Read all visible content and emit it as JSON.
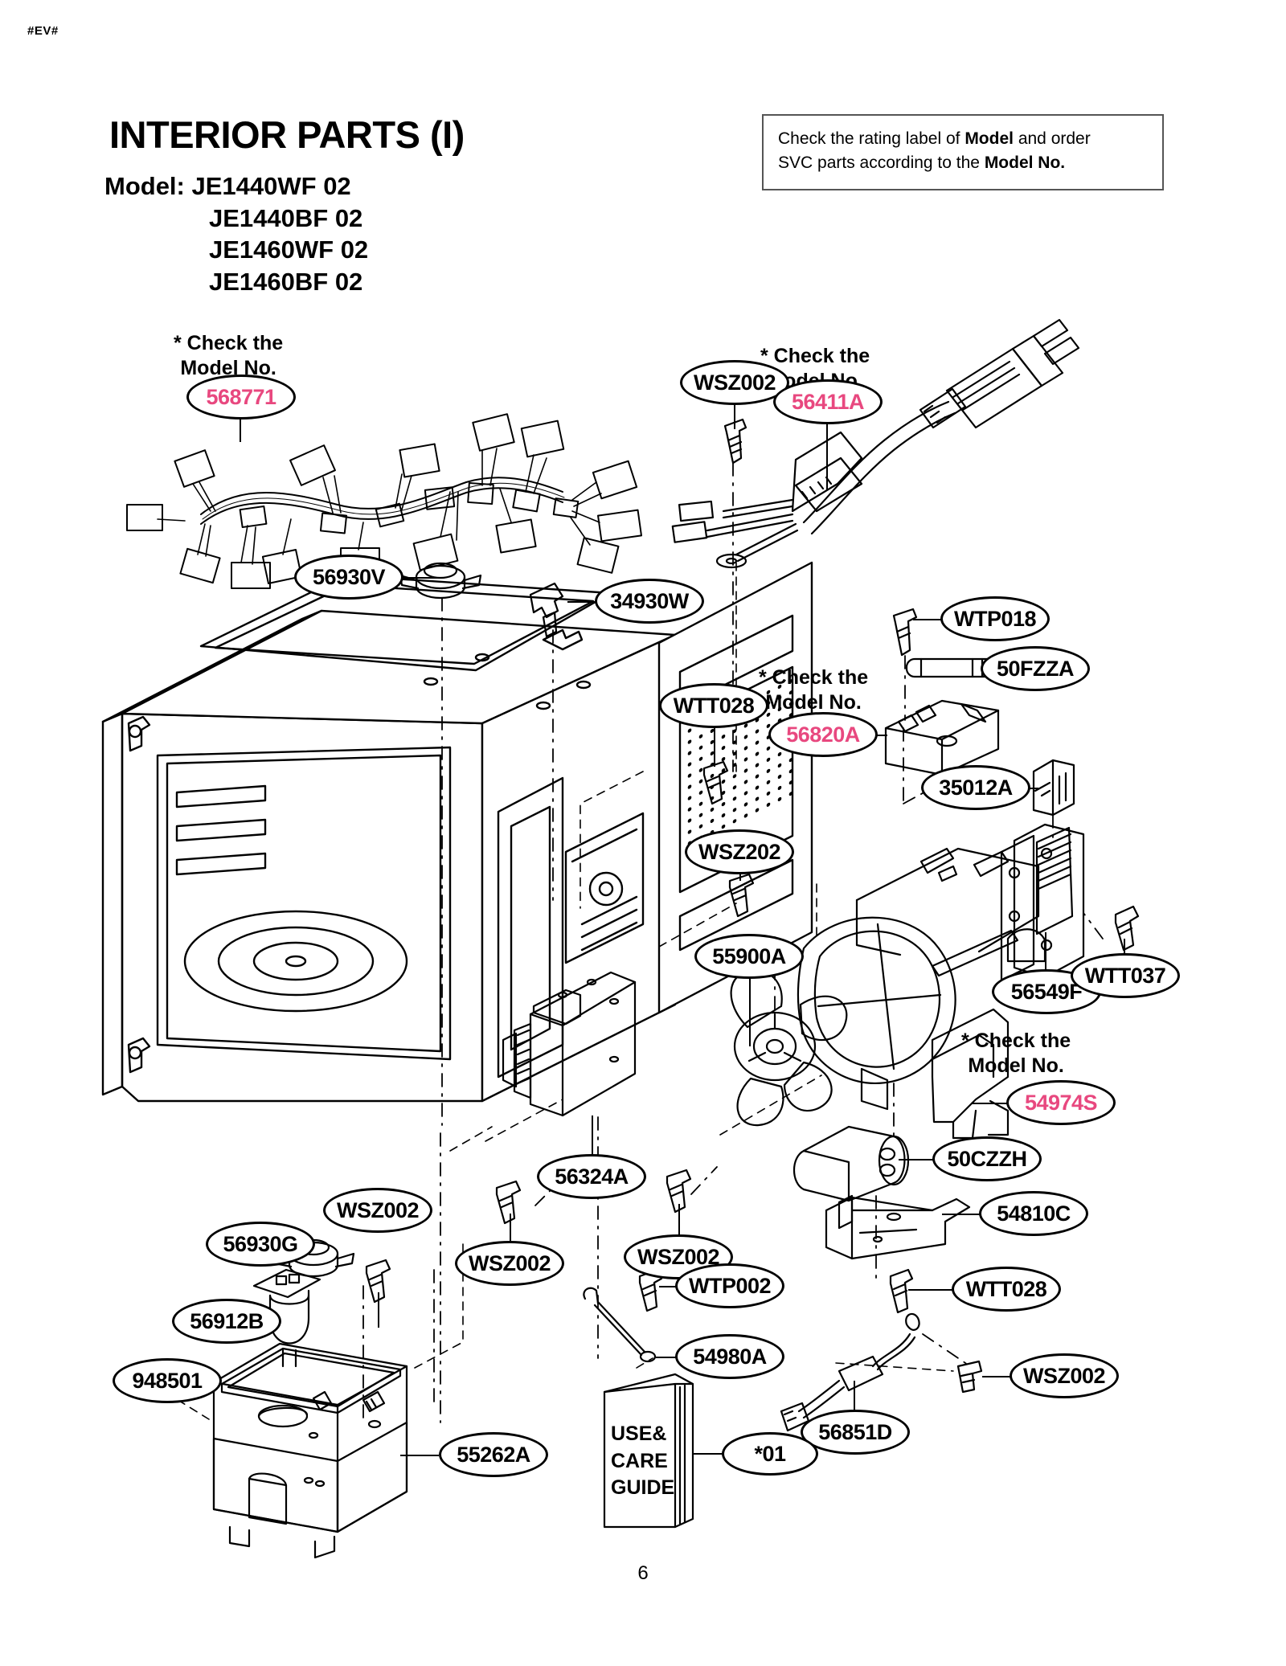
{
  "header": {
    "ev_tag": "#EV#",
    "title": "INTERIOR PARTS (I)",
    "model_label": "Model:",
    "models": [
      "JE1440WF 02",
      "JE1440BF 02",
      "JE1460WF 02",
      "JE1460BF 02"
    ],
    "note_line1_a": "Check the rating label of ",
    "note_line1_b": "Model",
    "note_line1_c": " and order",
    "note_line2_a": "SVC parts according to the ",
    "note_line2_b": "Model No."
  },
  "page_number": "6",
  "check_note": {
    "line1": "* Check the",
    "line2": "Model No."
  },
  "guide": {
    "line1": "USE&",
    "line2": "CARE",
    "line3": "GUIDE"
  },
  "colors": {
    "pink_part": "#e8487f",
    "line": "#000000",
    "note_border": "#555555"
  },
  "callouts": [
    {
      "id": "c-568771",
      "label": "568771",
      "pink": true,
      "desc": "wire-harness"
    },
    {
      "id": "c-wsz002-a",
      "label": "WSZ002",
      "pink": false,
      "desc": "screw"
    },
    {
      "id": "c-56411a",
      "label": "56411A",
      "pink": true,
      "desc": "power-cord"
    },
    {
      "id": "c-56930v",
      "label": "56930V",
      "pink": false,
      "desc": "thermostat"
    },
    {
      "id": "c-34930w",
      "label": "34930W",
      "pink": false,
      "desc": "clip"
    },
    {
      "id": "c-wtp018",
      "label": "WTP018",
      "pink": false,
      "desc": "screw"
    },
    {
      "id": "c-50fzza",
      "label": "50FZZA",
      "pink": false,
      "desc": "fuse"
    },
    {
      "id": "c-wtt028-a",
      "label": "WTT028",
      "pink": false,
      "desc": "screw"
    },
    {
      "id": "c-56820a",
      "label": "56820A",
      "pink": true,
      "desc": "switch-holder"
    },
    {
      "id": "c-35012a",
      "label": "35012A",
      "pink": false,
      "desc": "insulator"
    },
    {
      "id": "c-wsz202",
      "label": "WSZ202",
      "pink": false,
      "desc": "screw"
    },
    {
      "id": "c-55900a",
      "label": "55900A",
      "pink": false,
      "desc": "fan-blade"
    },
    {
      "id": "c-56549f",
      "label": "56549F",
      "pink": false,
      "desc": "fan-motor"
    },
    {
      "id": "c-wtt037",
      "label": "WTT037",
      "pink": false,
      "desc": "screw"
    },
    {
      "id": "c-54974s",
      "label": "54974S",
      "pink": true,
      "desc": "air-guide"
    },
    {
      "id": "c-50czzh",
      "label": "50CZZH",
      "pink": false,
      "desc": "capacitor"
    },
    {
      "id": "c-54810c",
      "label": "54810C",
      "pink": false,
      "desc": "bracket"
    },
    {
      "id": "c-wtt028-b",
      "label": "WTT028",
      "pink": false,
      "desc": "screw"
    },
    {
      "id": "c-56324a",
      "label": "56324A",
      "pink": false,
      "desc": "magnetron"
    },
    {
      "id": "c-wsz002-b",
      "label": "WSZ002",
      "pink": false,
      "desc": "screw"
    },
    {
      "id": "c-wsz002-c",
      "label": "WSZ002",
      "pink": false,
      "desc": "screw"
    },
    {
      "id": "c-wsz002-d",
      "label": "WSZ002",
      "pink": false,
      "desc": "screw"
    },
    {
      "id": "c-56930g",
      "label": "56930G",
      "pink": false,
      "desc": "thermostat"
    },
    {
      "id": "c-56912b",
      "label": "56912B",
      "pink": false,
      "desc": "lamp"
    },
    {
      "id": "c-948501",
      "label": "948501",
      "pink": false,
      "desc": "transformer-cover"
    },
    {
      "id": "c-55262a",
      "label": "55262A",
      "pink": false,
      "desc": "transformer"
    },
    {
      "id": "c-wtp002",
      "label": "WTP002",
      "pink": false,
      "desc": "screw"
    },
    {
      "id": "c-54980a",
      "label": "54980A",
      "pink": false,
      "desc": "lever"
    },
    {
      "id": "c-56851d",
      "label": "56851D",
      "pink": false,
      "desc": "thermistor"
    },
    {
      "id": "c-wsz002-e",
      "label": "WSZ002",
      "pink": false,
      "desc": "screw"
    },
    {
      "id": "c-01",
      "label": "*01",
      "pink": false,
      "desc": "use-care-guide"
    }
  ]
}
